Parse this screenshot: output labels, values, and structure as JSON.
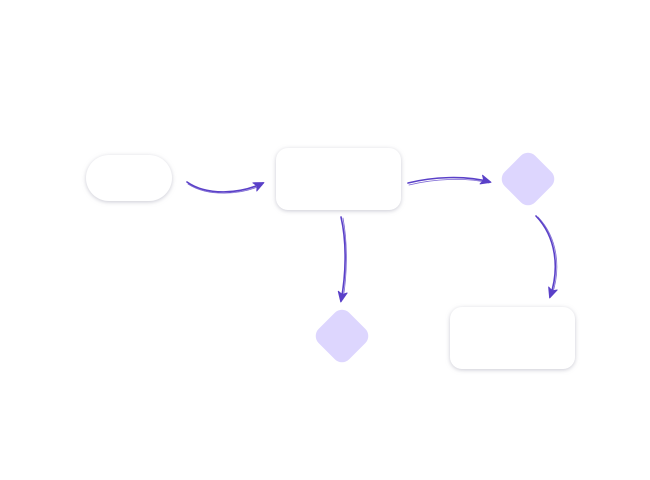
{
  "diagram": {
    "colors": {
      "background": "#ffffff",
      "node_fill": "#ffffff",
      "node_shadow": "#c8c8d0",
      "decision_fill": "#ddd6fe",
      "connector": "#5a40c8"
    },
    "nodes": [
      {
        "id": "start",
        "shape": "terminal",
        "label": ""
      },
      {
        "id": "process",
        "shape": "process",
        "label": ""
      },
      {
        "id": "decision-right",
        "shape": "decision",
        "label": ""
      },
      {
        "id": "decision-bottom",
        "shape": "decision",
        "label": ""
      },
      {
        "id": "result",
        "shape": "process",
        "label": ""
      }
    ],
    "edges": [
      {
        "from": "start",
        "to": "process",
        "label": ""
      },
      {
        "from": "process",
        "to": "decision-right",
        "label": ""
      },
      {
        "from": "process",
        "to": "decision-bottom",
        "label": ""
      },
      {
        "from": "decision-right",
        "to": "result",
        "label": ""
      }
    ]
  }
}
